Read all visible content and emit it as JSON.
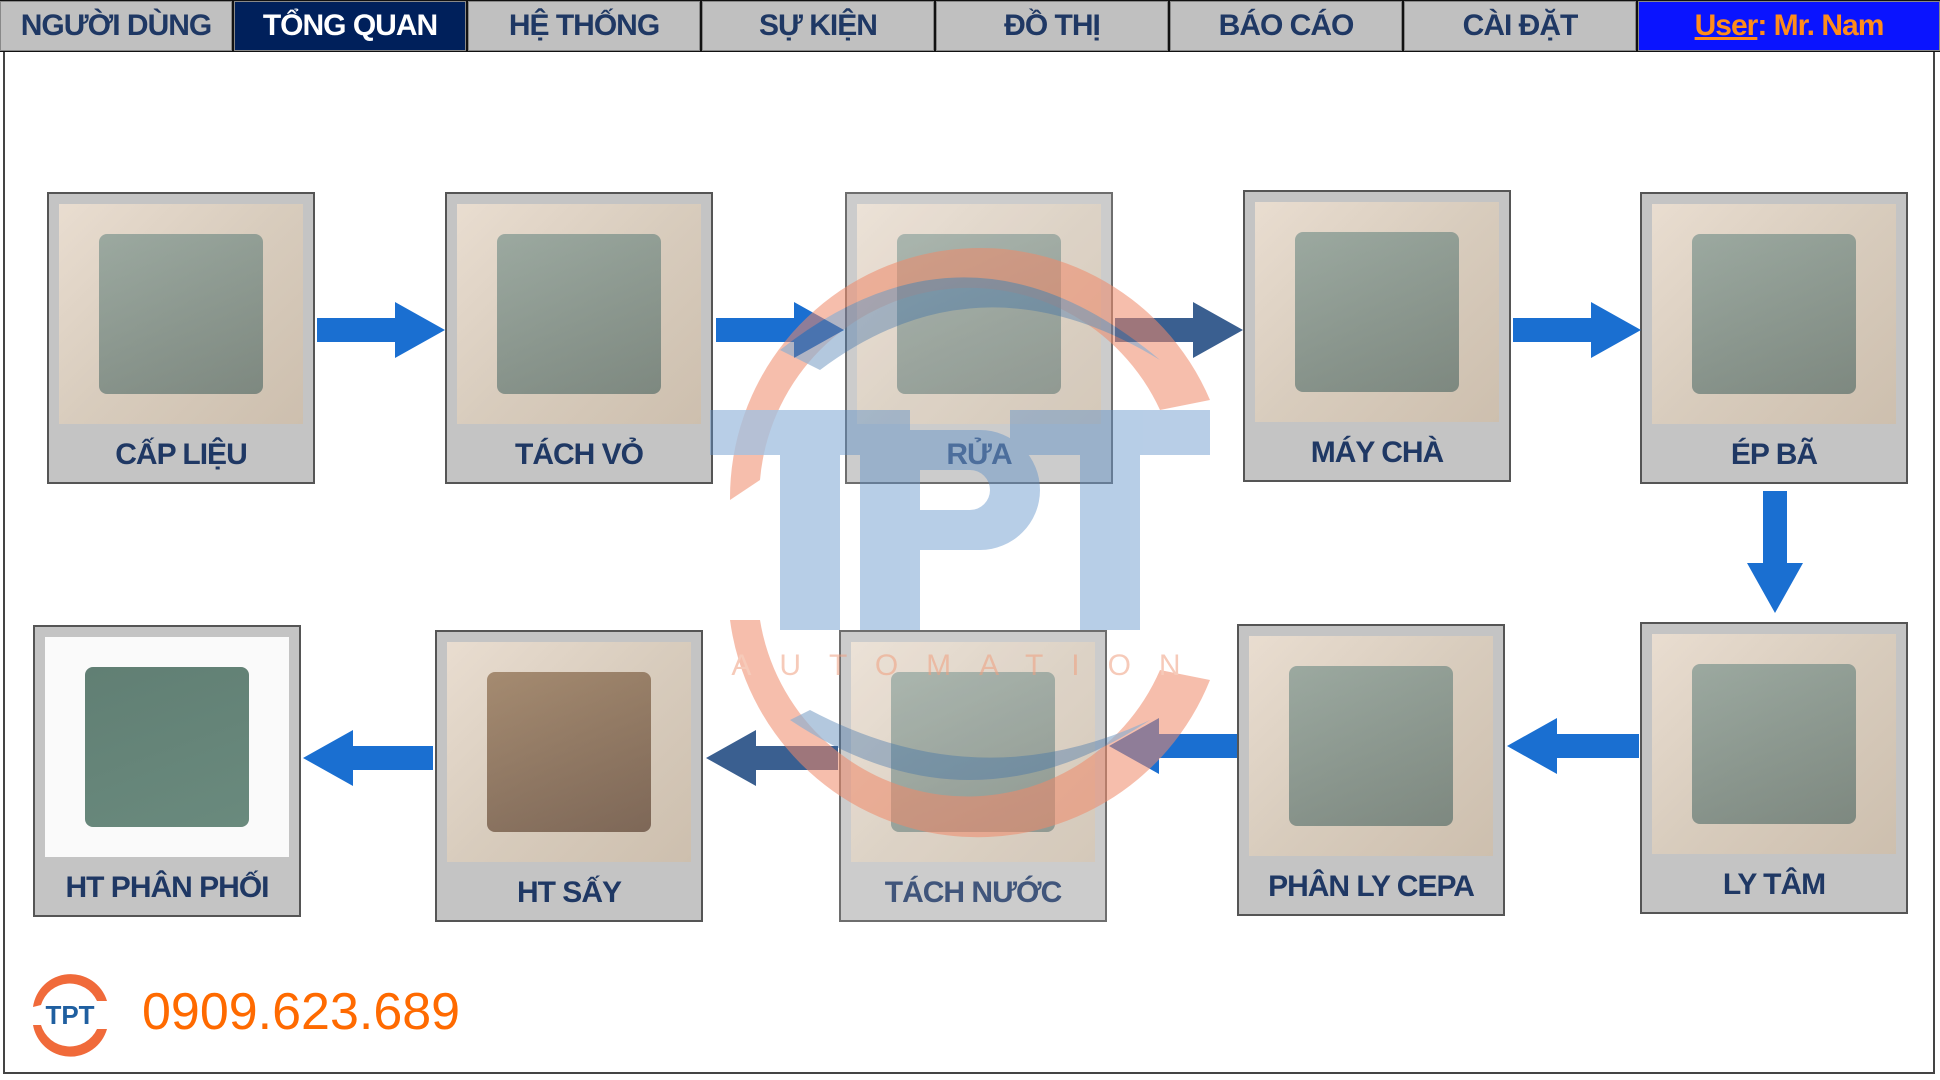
{
  "nav": {
    "tabs": [
      {
        "label": "NGƯỜI DÙNG"
      },
      {
        "label": "TỔNG QUAN",
        "active": true
      },
      {
        "label": "HỆ THỐNG"
      },
      {
        "label": "SỰ KIỆN"
      },
      {
        "label": "ĐỒ THỊ"
      },
      {
        "label": "BÁO CÁO"
      },
      {
        "label": "CÀI ĐẶT"
      }
    ],
    "user_prefix": "User",
    "user_name": ": Mr. Nam"
  },
  "process": {
    "steps": [
      {
        "label": "CẤP LIỆU"
      },
      {
        "label": "TÁCH VỎ"
      },
      {
        "label": "RỬA"
      },
      {
        "label": "MÁY CHÀ"
      },
      {
        "label": "ÉP BÃ"
      },
      {
        "label": "LY TÂM"
      },
      {
        "label": "PHÂN LY CEPA"
      },
      {
        "label": "TÁCH NƯỚC"
      },
      {
        "label": "HT SẤY"
      },
      {
        "label": "HT PHÂN PHỐI"
      }
    ]
  },
  "watermark": {
    "logo_text": "TPT",
    "sub_text": "AUTOMATION"
  },
  "footer": {
    "phone": "0909.623.689",
    "logo_text": "TPT"
  },
  "colors": {
    "accent": "#00205b",
    "user_tab": "#0a14ff",
    "phone": "#ff6a00",
    "arrow": "#1a6fd1"
  }
}
